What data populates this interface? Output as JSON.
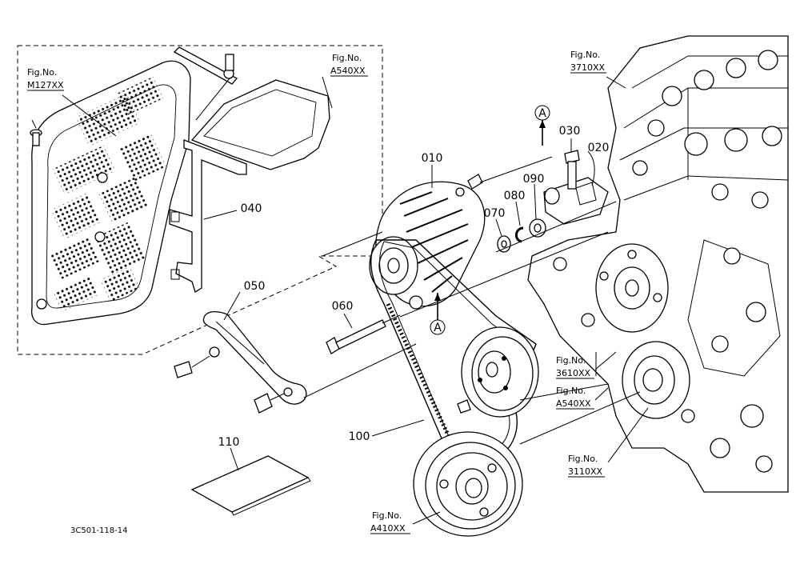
{
  "parts": {
    "p010": "010",
    "p020": "020",
    "p030": "030",
    "p040": "040",
    "p050": "050",
    "p060": "060",
    "p070": "070",
    "p080": "080",
    "p090": "090",
    "p100": "100",
    "p110": "110"
  },
  "view_markers": {
    "top": "A",
    "bottom": "A"
  },
  "fig_refs": {
    "m127": {
      "line1": "Fig.No.",
      "line2": "M127XX"
    },
    "a540_top": {
      "line1": "Fig.No.",
      "line2": "A540XX"
    },
    "f3710": {
      "line1": "Fig.No.",
      "line2": "3710XX"
    },
    "f3610": {
      "line1": "Fig.No.",
      "line2": "3610XX"
    },
    "a540_mid": {
      "line1": "Fig.No.",
      "line2": "A540XX"
    },
    "f3110": {
      "line1": "Fig.No.",
      "line2": "3110XX"
    },
    "a410": {
      "line1": "Fig.No.",
      "line2": "A410XX"
    }
  },
  "drawing_code": "3C501-118-14"
}
